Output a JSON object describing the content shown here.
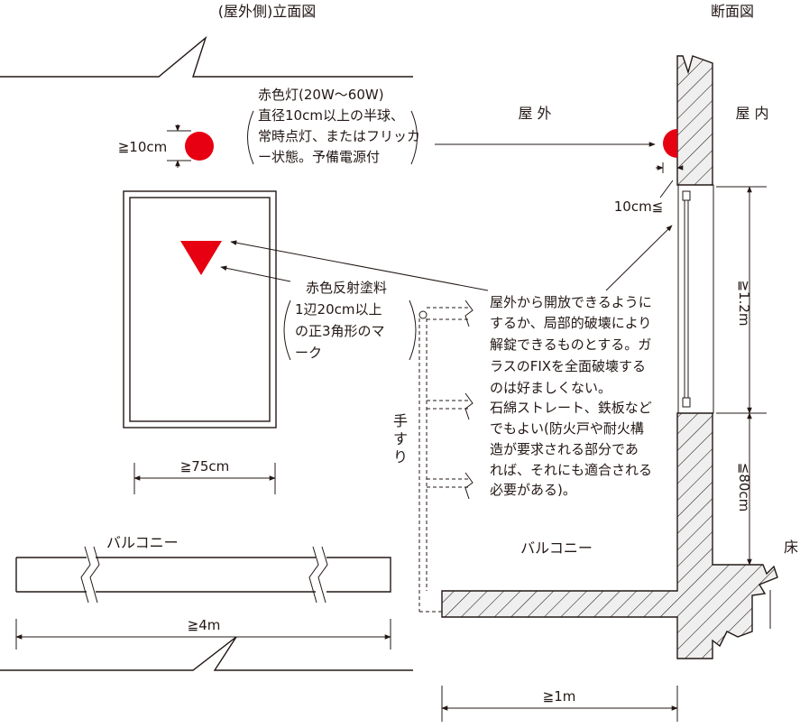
{
  "elevation": {
    "title": "(屋外側)立面図",
    "min_height_label": "≧10cm",
    "lamp_note": [
      "赤色灯(20W〜60W)",
      "直径10cm以上の半球、",
      "常時点灯、またはフリッカ",
      "ー状態。予備電源付"
    ],
    "marker_note": [
      "赤色反射塗料",
      "1辺20cm以上",
      "の正3角形のマ",
      "ーク"
    ],
    "width_label": "≧75cm",
    "balcony_label": "バルコニー",
    "length_label": "≧4m",
    "handrail_label": [
      "手",
      "す",
      "り"
    ]
  },
  "section": {
    "title": "断面図",
    "outside_label": "屋 外",
    "inside_label": "屋 内",
    "offset_label": "10cm≦",
    "opening_note": [
      "屋外から開放できるように",
      "するか、局部的破壊により",
      "解錠できるものとする。ガ",
      "ラスのFIXを全面破壊する",
      "のは好ましくない。",
      "石綿ストレート、鉄板など",
      "でもよい(防火戸や耐火構",
      "造が要求される部分であ",
      "れば、それにも適合される",
      "必要がある)。"
    ],
    "height_label": "≧1.2m",
    "sill_label": "≦80cm",
    "floor_label": "床",
    "balcony_label": "バルコニー",
    "depth_label": "≧1m"
  },
  "colors": {
    "marker_red": "#e60012",
    "ink": "#231815",
    "wall_fill": "#efefef"
  }
}
